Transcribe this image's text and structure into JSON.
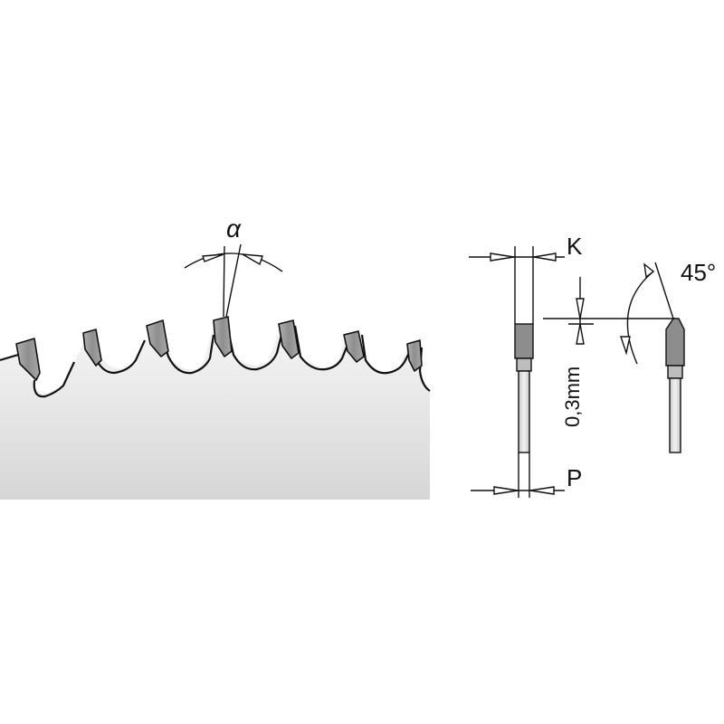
{
  "labels": {
    "alpha": "α",
    "kerf": "K",
    "plate": "P",
    "chamfer_angle": "45°",
    "chamfer_size": "0,3mm"
  },
  "colors": {
    "line": "#111111",
    "blade_fill_top": "#f4f4f4",
    "blade_fill_bottom": "#d7d7d7",
    "tooth_fill": "#9a9a9a",
    "tooth_dark": "#7c7c7c",
    "section_light": "#e6e6e6"
  }
}
